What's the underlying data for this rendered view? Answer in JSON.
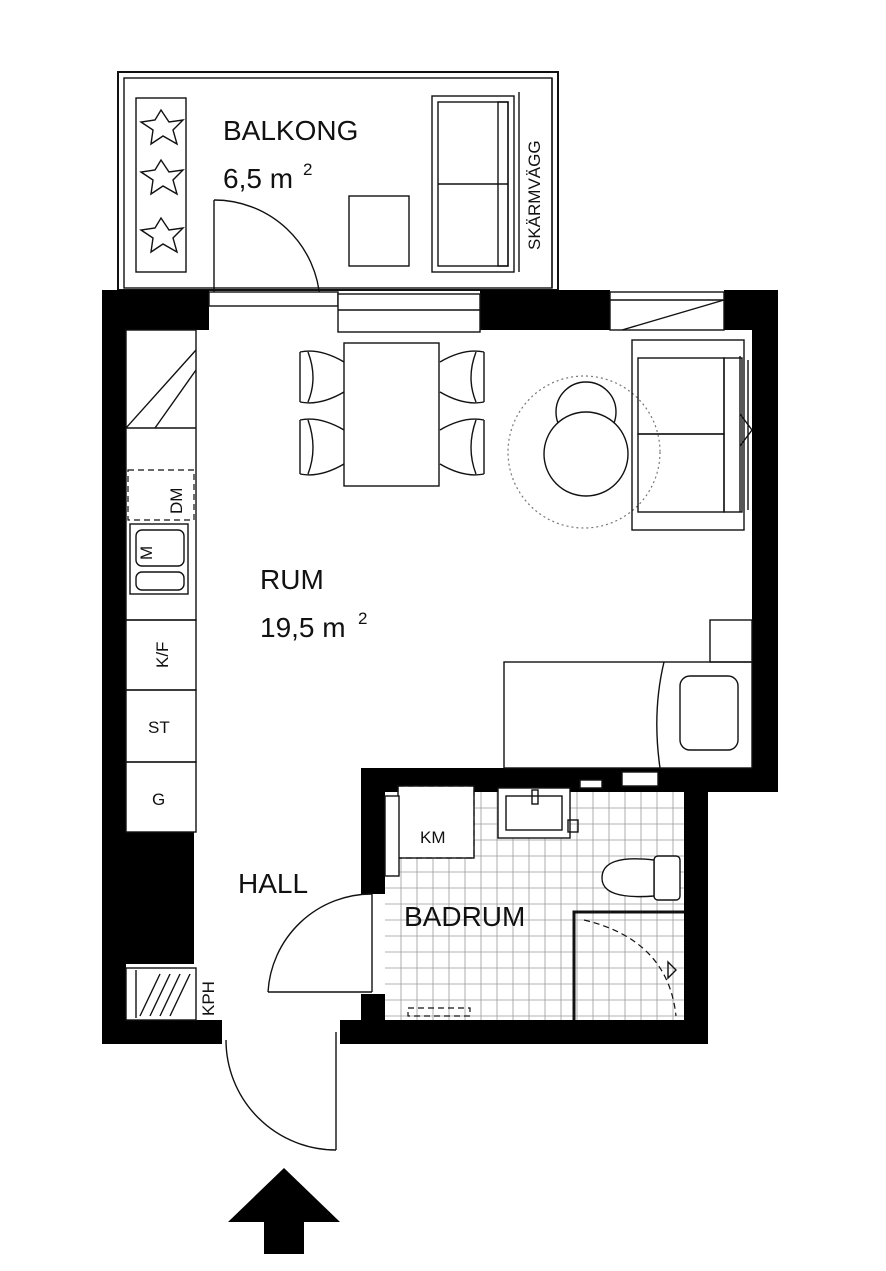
{
  "rooms": {
    "balcony": {
      "name": "BALKONG",
      "area_value": "6,5 m",
      "area_unit_exp": "2"
    },
    "living": {
      "name": "RUM",
      "area_value": "19,5 m",
      "area_unit_exp": "2"
    },
    "hall": {
      "name": "HALL"
    },
    "bath": {
      "name": "BADRUM"
    }
  },
  "labels": {
    "screen_wall": "SKÄRMVÄGG",
    "dishwasher": "DM",
    "microwave": "M",
    "fridge_freezer": "K/F",
    "oven": "ST",
    "wardrobe": "G",
    "washer": "KM",
    "coat_closet": "KPH"
  },
  "icons": {
    "entrance": "arrow-up-icon"
  },
  "colors": {
    "walls": "#000000",
    "lines": "#111111",
    "tile_grid": "#9a9a9a"
  }
}
